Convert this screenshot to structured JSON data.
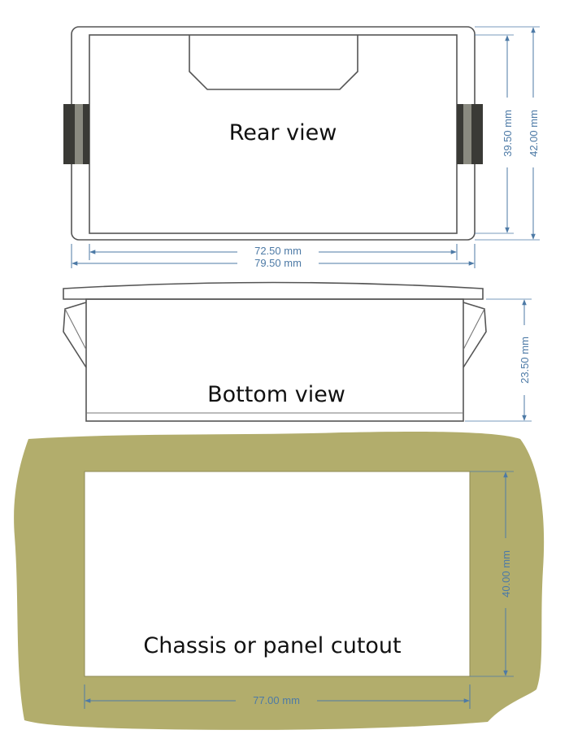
{
  "views": {
    "rear": {
      "label": "Rear view",
      "inner_width": "72.50 mm",
      "outer_width": "79.50 mm",
      "inner_height": "39.50 mm",
      "outer_height": "42.00 mm"
    },
    "bottom": {
      "label": "Bottom view",
      "depth": "23.50 mm"
    },
    "cutout": {
      "label": "Chassis or panel cutout",
      "width": "77.00 mm",
      "height": "40.00 mm"
    }
  },
  "colors": {
    "dimension": "#4d7aa6",
    "panel": "#b2ad6c",
    "tab": "#3a3a36",
    "outline": "#555555"
  }
}
